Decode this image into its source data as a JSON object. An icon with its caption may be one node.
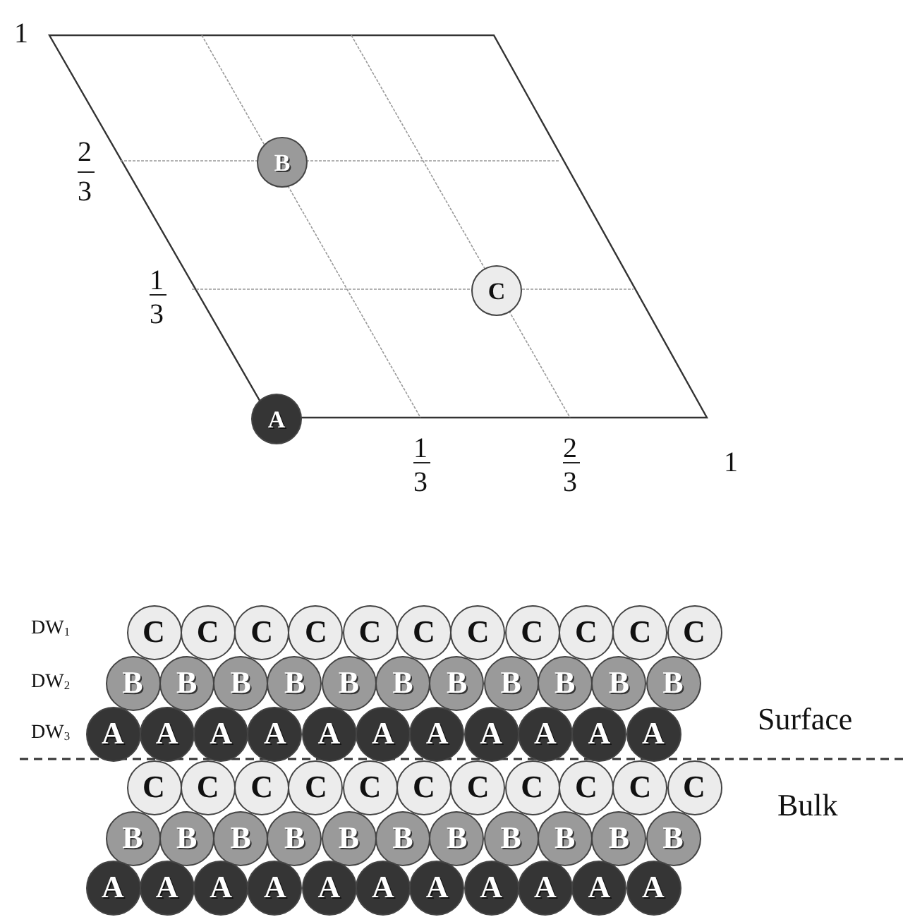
{
  "diagram": {
    "nodes": [
      {
        "text": [
          "B"
        ]
      },
      {
        "text": [
          "C"
        ]
      },
      {
        "text": [
          "A"
        ]
      },
      {
        "text": [
          "C"
        ]
      },
      {
        "text": [
          "C"
        ]
      },
      {
        "text": [
          "C"
        ]
      },
      {
        "text": [
          "C"
        ]
      },
      {
        "text": [
          "C"
        ]
      },
      {
        "text": [
          "C"
        ]
      },
      {
        "text": [
          "C"
        ]
      },
      {
        "text": [
          "C"
        ]
      },
      {
        "text": [
          "C"
        ]
      },
      {
        "text": [
          "C"
        ]
      },
      {
        "text": [
          "C"
        ]
      },
      {
        "text": [
          "B"
        ]
      },
      {
        "text": [
          "B"
        ]
      },
      {
        "text": [
          "B"
        ]
      },
      {
        "text": [
          "B"
        ]
      },
      {
        "text": [
          "B"
        ]
      },
      {
        "text": [
          "B"
        ]
      },
      {
        "text": [
          "B"
        ]
      },
      {
        "text": [
          "B"
        ]
      },
      {
        "text": [
          "B"
        ]
      },
      {
        "text": [
          "B"
        ]
      },
      {
        "text": [
          "B"
        ]
      },
      {
        "text": [
          "A"
        ]
      },
      {
        "text": [
          "A"
        ]
      },
      {
        "text": [
          "A"
        ]
      },
      {
        "text": [
          "A"
        ]
      },
      {
        "text": [
          "A"
        ]
      },
      {
        "text": [
          "A"
        ]
      },
      {
        "text": [
          "A"
        ]
      },
      {
        "text": [
          "A"
        ]
      },
      {
        "text": [
          "A"
        ]
      },
      {
        "text": [
          "A"
        ]
      },
      {
        "text": [
          "A"
        ]
      },
      {
        "text": [
          "C"
        ]
      },
      {
        "text": [
          "C"
        ]
      },
      {
        "text": [
          "C"
        ]
      },
      {
        "text": [
          "C"
        ]
      },
      {
        "text": [
          "C"
        ]
      },
      {
        "text": [
          "C"
        ]
      },
      {
        "text": [
          "C"
        ]
      },
      {
        "text": [
          "C"
        ]
      },
      {
        "text": [
          "C"
        ]
      },
      {
        "text": [
          "C"
        ]
      },
      {
        "text": [
          "C"
        ]
      },
      {
        "text": [
          "B"
        ]
      },
      {
        "text": [
          "B"
        ]
      },
      {
        "text": [
          "B"
        ]
      },
      {
        "text": [
          "B"
        ]
      },
      {
        "text": [
          "B"
        ]
      },
      {
        "text": [
          "B"
        ]
      },
      {
        "text": [
          "B"
        ]
      },
      {
        "text": [
          "B"
        ]
      },
      {
        "text": [
          "B"
        ]
      },
      {
        "text": [
          "B"
        ]
      },
      {
        "text": [
          "B"
        ]
      },
      {
        "text": [
          "A"
        ]
      },
      {
        "text": [
          "A"
        ]
      },
      {
        "text": [
          "A"
        ]
      },
      {
        "text": [
          "A"
        ]
      },
      {
        "text": [
          "A"
        ]
      },
      {
        "text": [
          "A"
        ]
      },
      {
        "text": [
          "A"
        ]
      },
      {
        "text": [
          "A"
        ]
      },
      {
        "text": [
          "A"
        ]
      },
      {
        "text": [
          "A"
        ]
      },
      {
        "text": [
          "A"
        ]
      }
    ],
    "labels": [
      "1",
      "2",
      "3",
      "1",
      "3",
      "1",
      "3",
      "2",
      "3",
      "1",
      "DW$_{1}$",
      "DW$_{2}$",
      "DW$_{3}$",
      "Surface",
      "Bulk"
    ]
  }
}
